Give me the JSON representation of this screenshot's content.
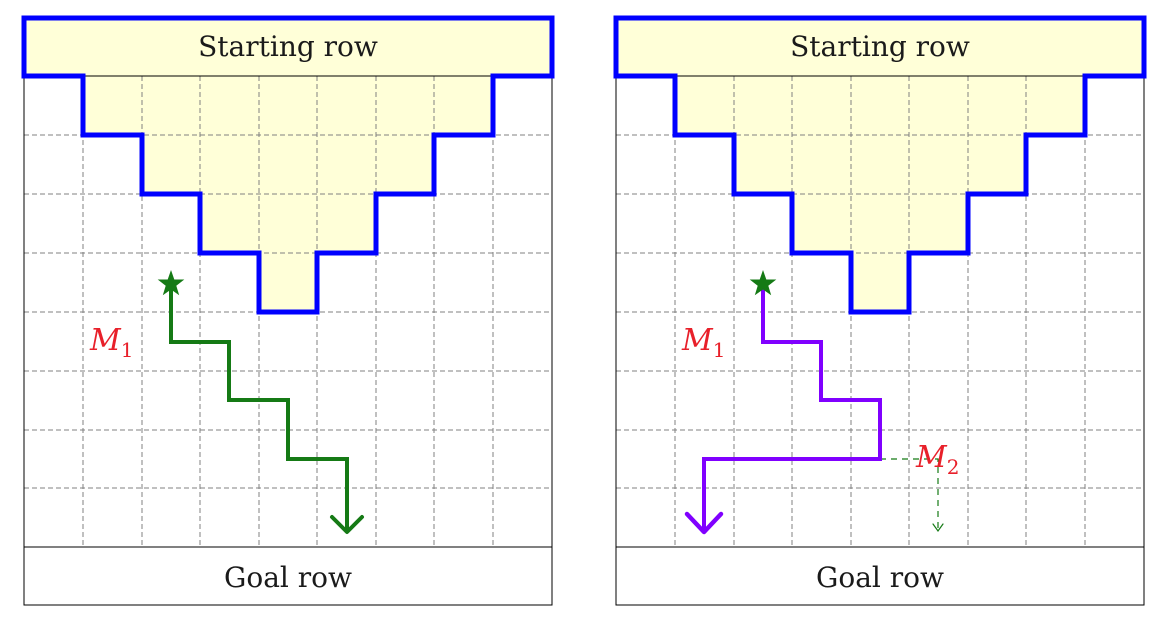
{
  "colors": {
    "region_fill": "#ffffd8",
    "region_border": "#0000ff",
    "grid": "#808080",
    "path_green": "#157a15",
    "path_purple": "#8000ff",
    "label_red": "#e8202a",
    "star": "#157a15"
  },
  "panels": [
    {
      "start_label": "Starting row",
      "goal_label": "Goal row",
      "m1": {
        "base": "M",
        "sub": "1"
      }
    },
    {
      "start_label": "Starting row",
      "goal_label": "Goal row",
      "m1": {
        "base": "M",
        "sub": "1"
      },
      "m2": {
        "base": "M",
        "sub": "2"
      }
    }
  ],
  "icons": {
    "start_marker": "star-icon",
    "path_end": "arrowhead-icon"
  }
}
